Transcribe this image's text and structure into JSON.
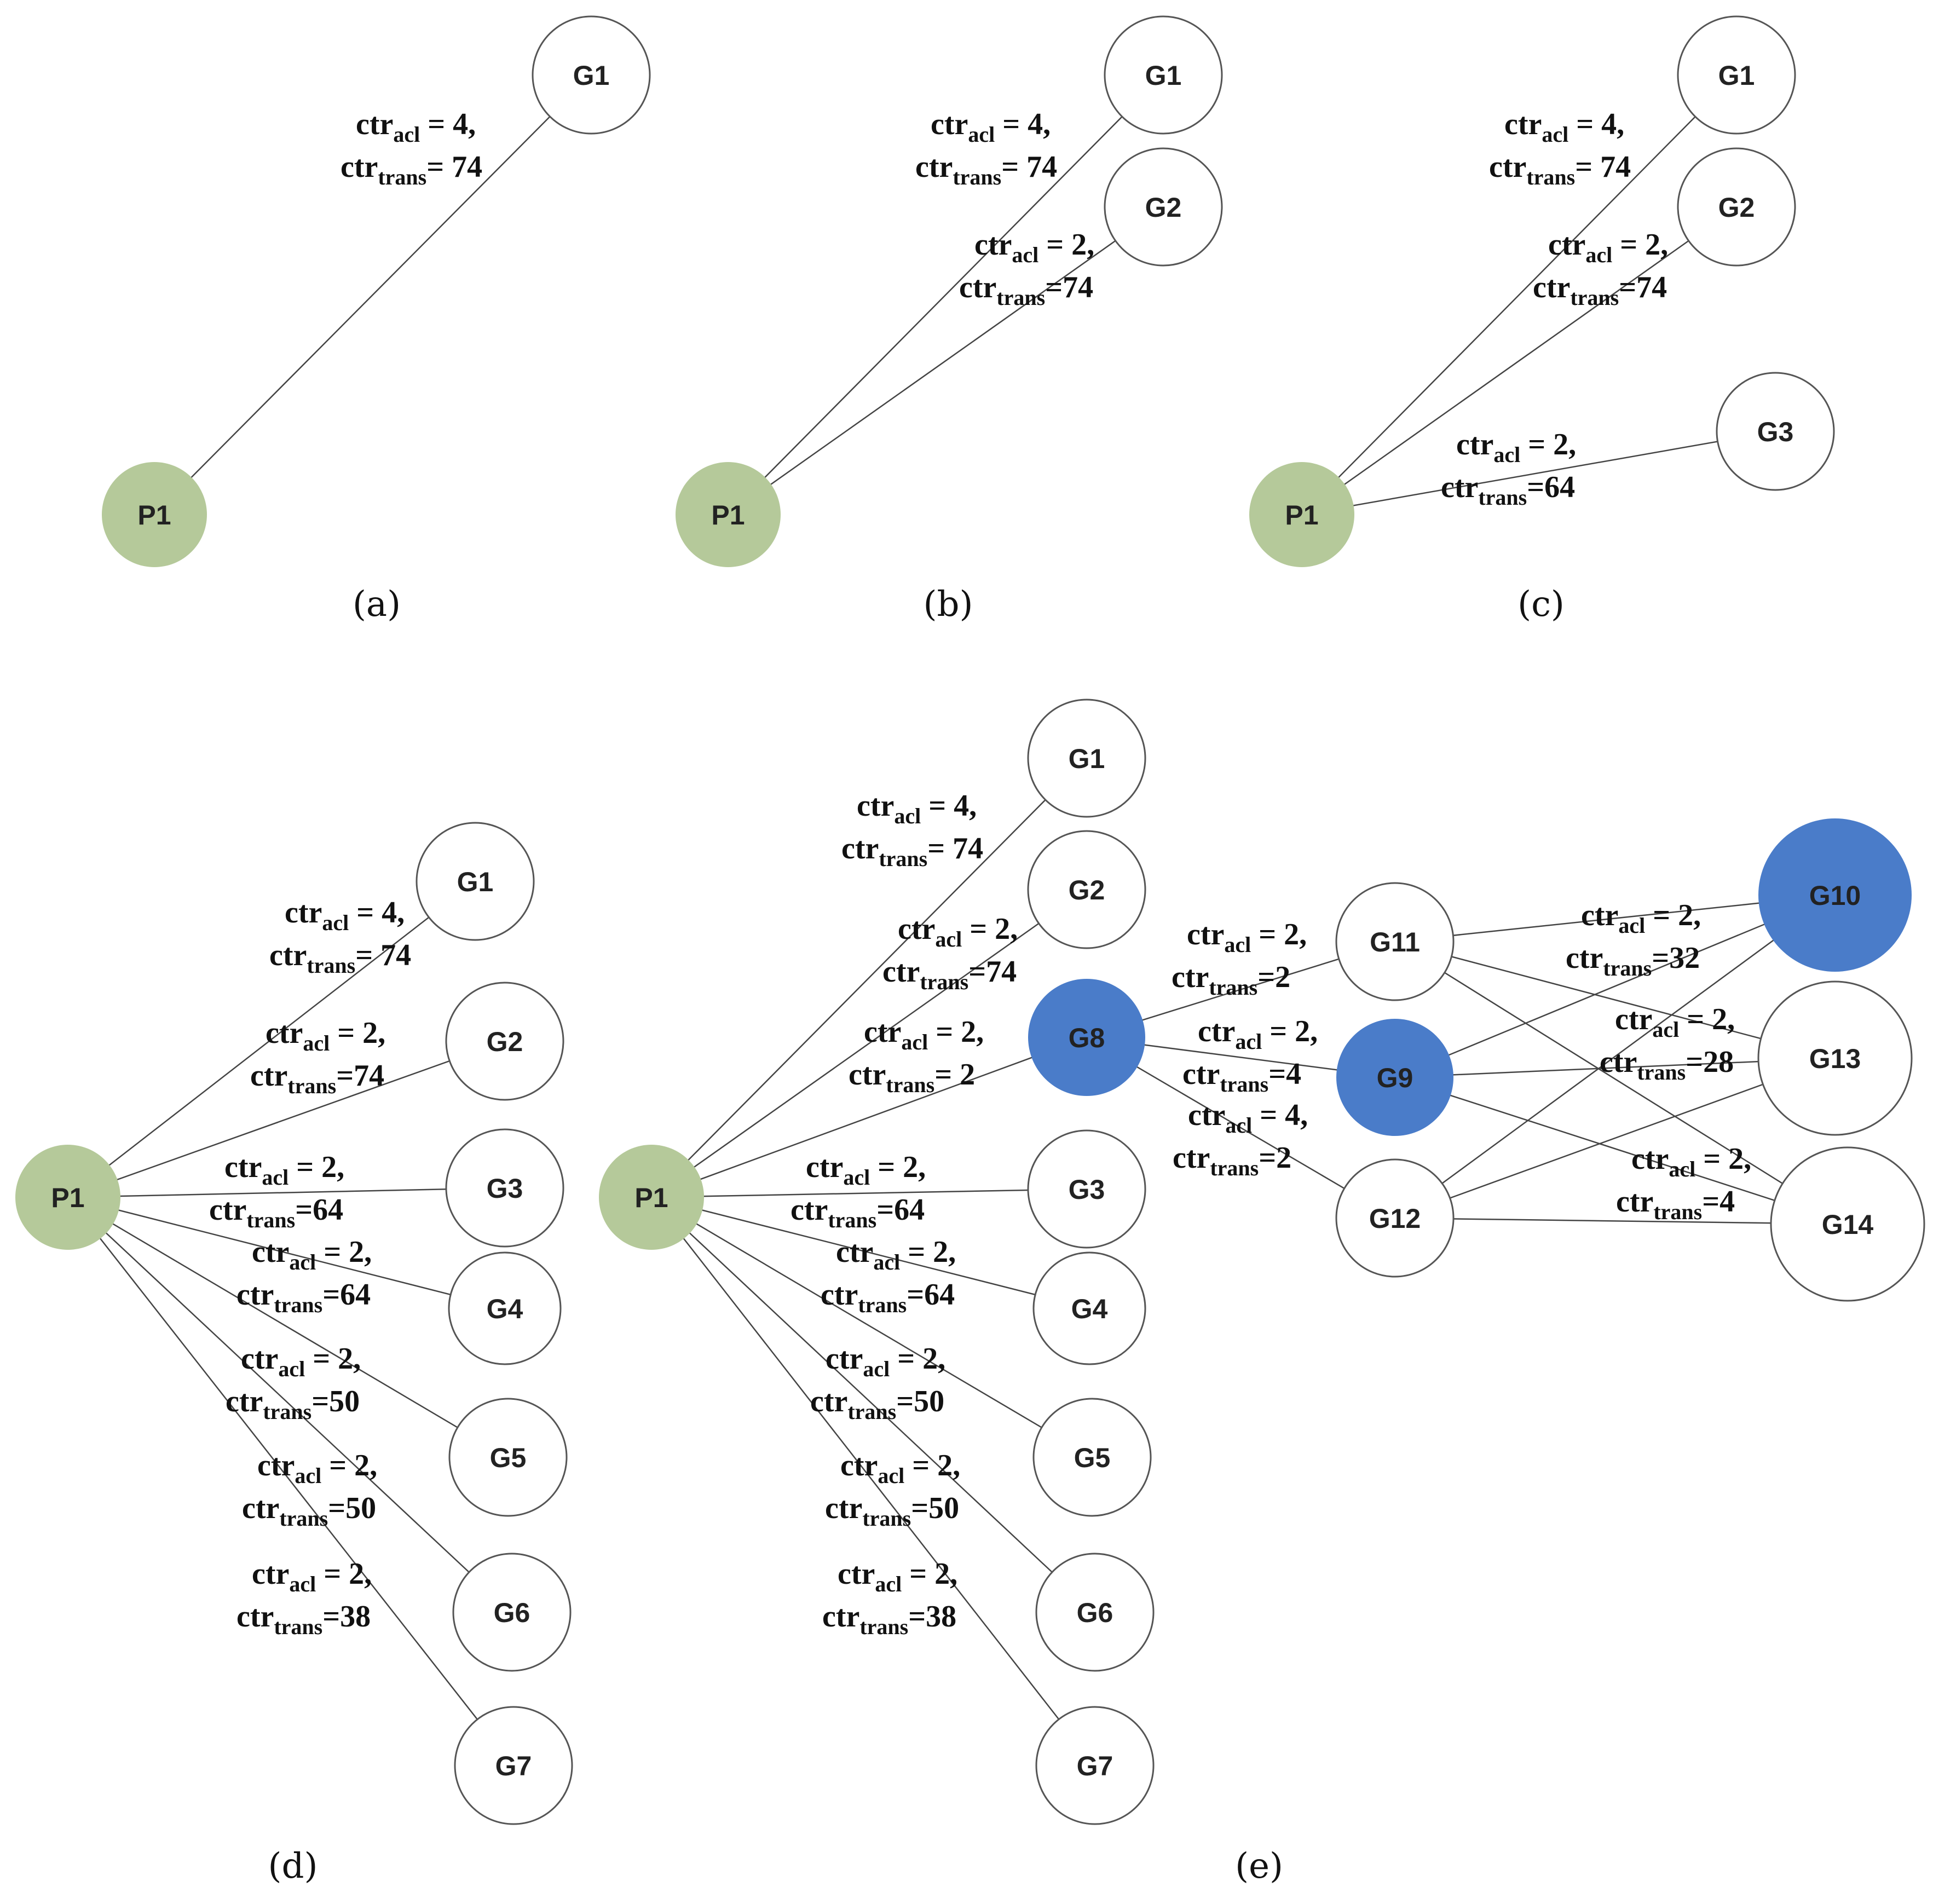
{
  "colors": {
    "source_node": "#b5c99a",
    "highlight_node": "#4a7cc9",
    "plain_node": "#ffffff",
    "node_stroke": "#555555",
    "edge": "#444444"
  },
  "label_parts": {
    "ctr": "ctr",
    "acl": "acl",
    "trans": "trans"
  },
  "panels": [
    {
      "caption": "(a)",
      "nodes": [
        {
          "id": "P1",
          "label": "P1",
          "kind": "source"
        },
        {
          "id": "G1",
          "label": "G1",
          "kind": "plain"
        }
      ],
      "edges": [
        {
          "from": "P1",
          "to": "G1"
        }
      ],
      "labels": [
        {
          "acl": "= 4,",
          "trans": "= 74"
        }
      ]
    },
    {
      "caption": "(b)",
      "nodes": [
        {
          "id": "P1",
          "label": "P1",
          "kind": "source"
        },
        {
          "id": "G1",
          "label": "G1",
          "kind": "plain"
        },
        {
          "id": "G2",
          "label": "G2",
          "kind": "plain"
        }
      ],
      "edges": [
        {
          "from": "P1",
          "to": "G1"
        },
        {
          "from": "P1",
          "to": "G2"
        }
      ],
      "labels": [
        {
          "acl": "= 4,",
          "trans": "= 74"
        },
        {
          "acl": "= 2,",
          "trans": "=74"
        }
      ]
    },
    {
      "caption": "(c)",
      "nodes": [
        {
          "id": "P1",
          "label": "P1",
          "kind": "source"
        },
        {
          "id": "G1",
          "label": "G1",
          "kind": "plain"
        },
        {
          "id": "G2",
          "label": "G2",
          "kind": "plain"
        },
        {
          "id": "G3",
          "label": "G3",
          "kind": "plain"
        }
      ],
      "edges": [
        {
          "from": "P1",
          "to": "G1"
        },
        {
          "from": "P1",
          "to": "G2"
        },
        {
          "from": "P1",
          "to": "G3"
        }
      ],
      "labels": [
        {
          "acl": "= 4,",
          "trans": "= 74"
        },
        {
          "acl": "= 2,",
          "trans": "=74"
        },
        {
          "acl": "= 2,",
          "trans": "=64"
        }
      ]
    },
    {
      "caption": "(d)",
      "nodes": [
        {
          "id": "P1",
          "label": "P1",
          "kind": "source"
        },
        {
          "id": "G1",
          "label": "G1",
          "kind": "plain"
        },
        {
          "id": "G2",
          "label": "G2",
          "kind": "plain"
        },
        {
          "id": "G3",
          "label": "G3",
          "kind": "plain"
        },
        {
          "id": "G4",
          "label": "G4",
          "kind": "plain"
        },
        {
          "id": "G5",
          "label": "G5",
          "kind": "plain"
        },
        {
          "id": "G6",
          "label": "G6",
          "kind": "plain"
        },
        {
          "id": "G7",
          "label": "G7",
          "kind": "plain"
        }
      ],
      "edges": [
        {
          "from": "P1",
          "to": "G1"
        },
        {
          "from": "P1",
          "to": "G2"
        },
        {
          "from": "P1",
          "to": "G3"
        },
        {
          "from": "P1",
          "to": "G4"
        },
        {
          "from": "P1",
          "to": "G5"
        },
        {
          "from": "P1",
          "to": "G6"
        },
        {
          "from": "P1",
          "to": "G7"
        }
      ],
      "labels": [
        {
          "acl": "= 4,",
          "trans": "= 74"
        },
        {
          "acl": "= 2,",
          "trans": "=74"
        },
        {
          "acl": "= 2,",
          "trans": "=64"
        },
        {
          "acl": "= 2,",
          "trans": "=64"
        },
        {
          "acl": "= 2,",
          "trans": "=50"
        },
        {
          "acl": "= 2,",
          "trans": "=50"
        },
        {
          "acl": "= 2,",
          "trans": "=38"
        }
      ]
    },
    {
      "caption": "(e)",
      "nodes": [
        {
          "id": "P1",
          "label": "P1",
          "kind": "source"
        },
        {
          "id": "G1",
          "label": "G1",
          "kind": "plain"
        },
        {
          "id": "G2",
          "label": "G2",
          "kind": "plain"
        },
        {
          "id": "G8",
          "label": "G8",
          "kind": "highlight"
        },
        {
          "id": "G3",
          "label": "G3",
          "kind": "plain"
        },
        {
          "id": "G4",
          "label": "G4",
          "kind": "plain"
        },
        {
          "id": "G5",
          "label": "G5",
          "kind": "plain"
        },
        {
          "id": "G6",
          "label": "G6",
          "kind": "plain"
        },
        {
          "id": "G7",
          "label": "G7",
          "kind": "plain"
        },
        {
          "id": "G11",
          "label": "G11",
          "kind": "plain"
        },
        {
          "id": "G9",
          "label": "G9",
          "kind": "highlight"
        },
        {
          "id": "G12",
          "label": "G12",
          "kind": "plain"
        },
        {
          "id": "G10",
          "label": "G10",
          "kind": "highlight"
        },
        {
          "id": "G13",
          "label": "G13",
          "kind": "plain"
        },
        {
          "id": "G14",
          "label": "G14",
          "kind": "plain"
        }
      ],
      "edges": [
        {
          "from": "P1",
          "to": "G1"
        },
        {
          "from": "P1",
          "to": "G2"
        },
        {
          "from": "P1",
          "to": "G8"
        },
        {
          "from": "P1",
          "to": "G3"
        },
        {
          "from": "P1",
          "to": "G4"
        },
        {
          "from": "P1",
          "to": "G5"
        },
        {
          "from": "P1",
          "to": "G6"
        },
        {
          "from": "P1",
          "to": "G7"
        },
        {
          "from": "G8",
          "to": "G11"
        },
        {
          "from": "G8",
          "to": "G9"
        },
        {
          "from": "G8",
          "to": "G12"
        },
        {
          "from": "G11",
          "to": "G10"
        },
        {
          "from": "G11",
          "to": "G13"
        },
        {
          "from": "G11",
          "to": "G14"
        },
        {
          "from": "G9",
          "to": "G10"
        },
        {
          "from": "G9",
          "to": "G13"
        },
        {
          "from": "G9",
          "to": "G14"
        },
        {
          "from": "G12",
          "to": "G10"
        },
        {
          "from": "G12",
          "to": "G13"
        },
        {
          "from": "G12",
          "to": "G14"
        }
      ],
      "labels": [
        {
          "acl": "= 4,",
          "trans": "= 74"
        },
        {
          "acl": "= 2,",
          "trans": "=74"
        },
        {
          "acl": "= 2,",
          "trans": "= 2"
        },
        {
          "acl": "= 2,",
          "trans": "=64"
        },
        {
          "acl": "= 2,",
          "trans": "=64"
        },
        {
          "acl": "= 2,",
          "trans": "=50"
        },
        {
          "acl": "= 2,",
          "trans": "=50"
        },
        {
          "acl": "= 2,",
          "trans": "=38"
        },
        {
          "acl": "= 2,",
          "trans": "=2"
        },
        {
          "acl": "= 2,",
          "trans": "=4"
        },
        {
          "acl": "= 4,",
          "trans": "=2"
        },
        {
          "acl": "= 2,",
          "trans": "=32"
        },
        {
          "acl": "= 2,",
          "trans": "=28"
        },
        {
          "acl": "= 2,",
          "trans": "=4"
        }
      ]
    }
  ]
}
